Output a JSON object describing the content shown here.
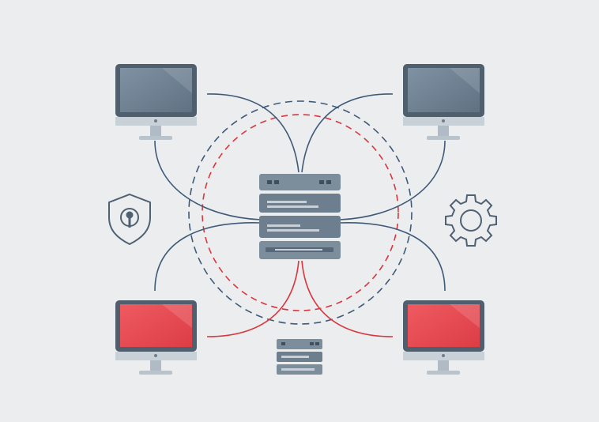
{
  "diagram": {
    "central_server": "server-icon",
    "secondary_server": "server-icon",
    "shield": "shield-lock-icon",
    "gear": "gear-icon",
    "workstations": [
      {
        "position": "top-left",
        "screen_state": "normal"
      },
      {
        "position": "top-right",
        "screen_state": "normal"
      },
      {
        "position": "bottom-left",
        "screen_state": "alert"
      },
      {
        "position": "bottom-right",
        "screen_state": "alert"
      }
    ],
    "rings": [
      {
        "style": "dashed",
        "color": "#3f5a78"
      },
      {
        "style": "dashed",
        "color": "#d9363e"
      }
    ]
  },
  "colors": {
    "background": "#ecedef",
    "blue_line": "#3f5a78",
    "red_line": "#d9363e",
    "screen_normal": "#6f8191",
    "screen_alert": "#e8474f",
    "frame": "#4f5f6d",
    "stand": "#b9c3cc"
  }
}
